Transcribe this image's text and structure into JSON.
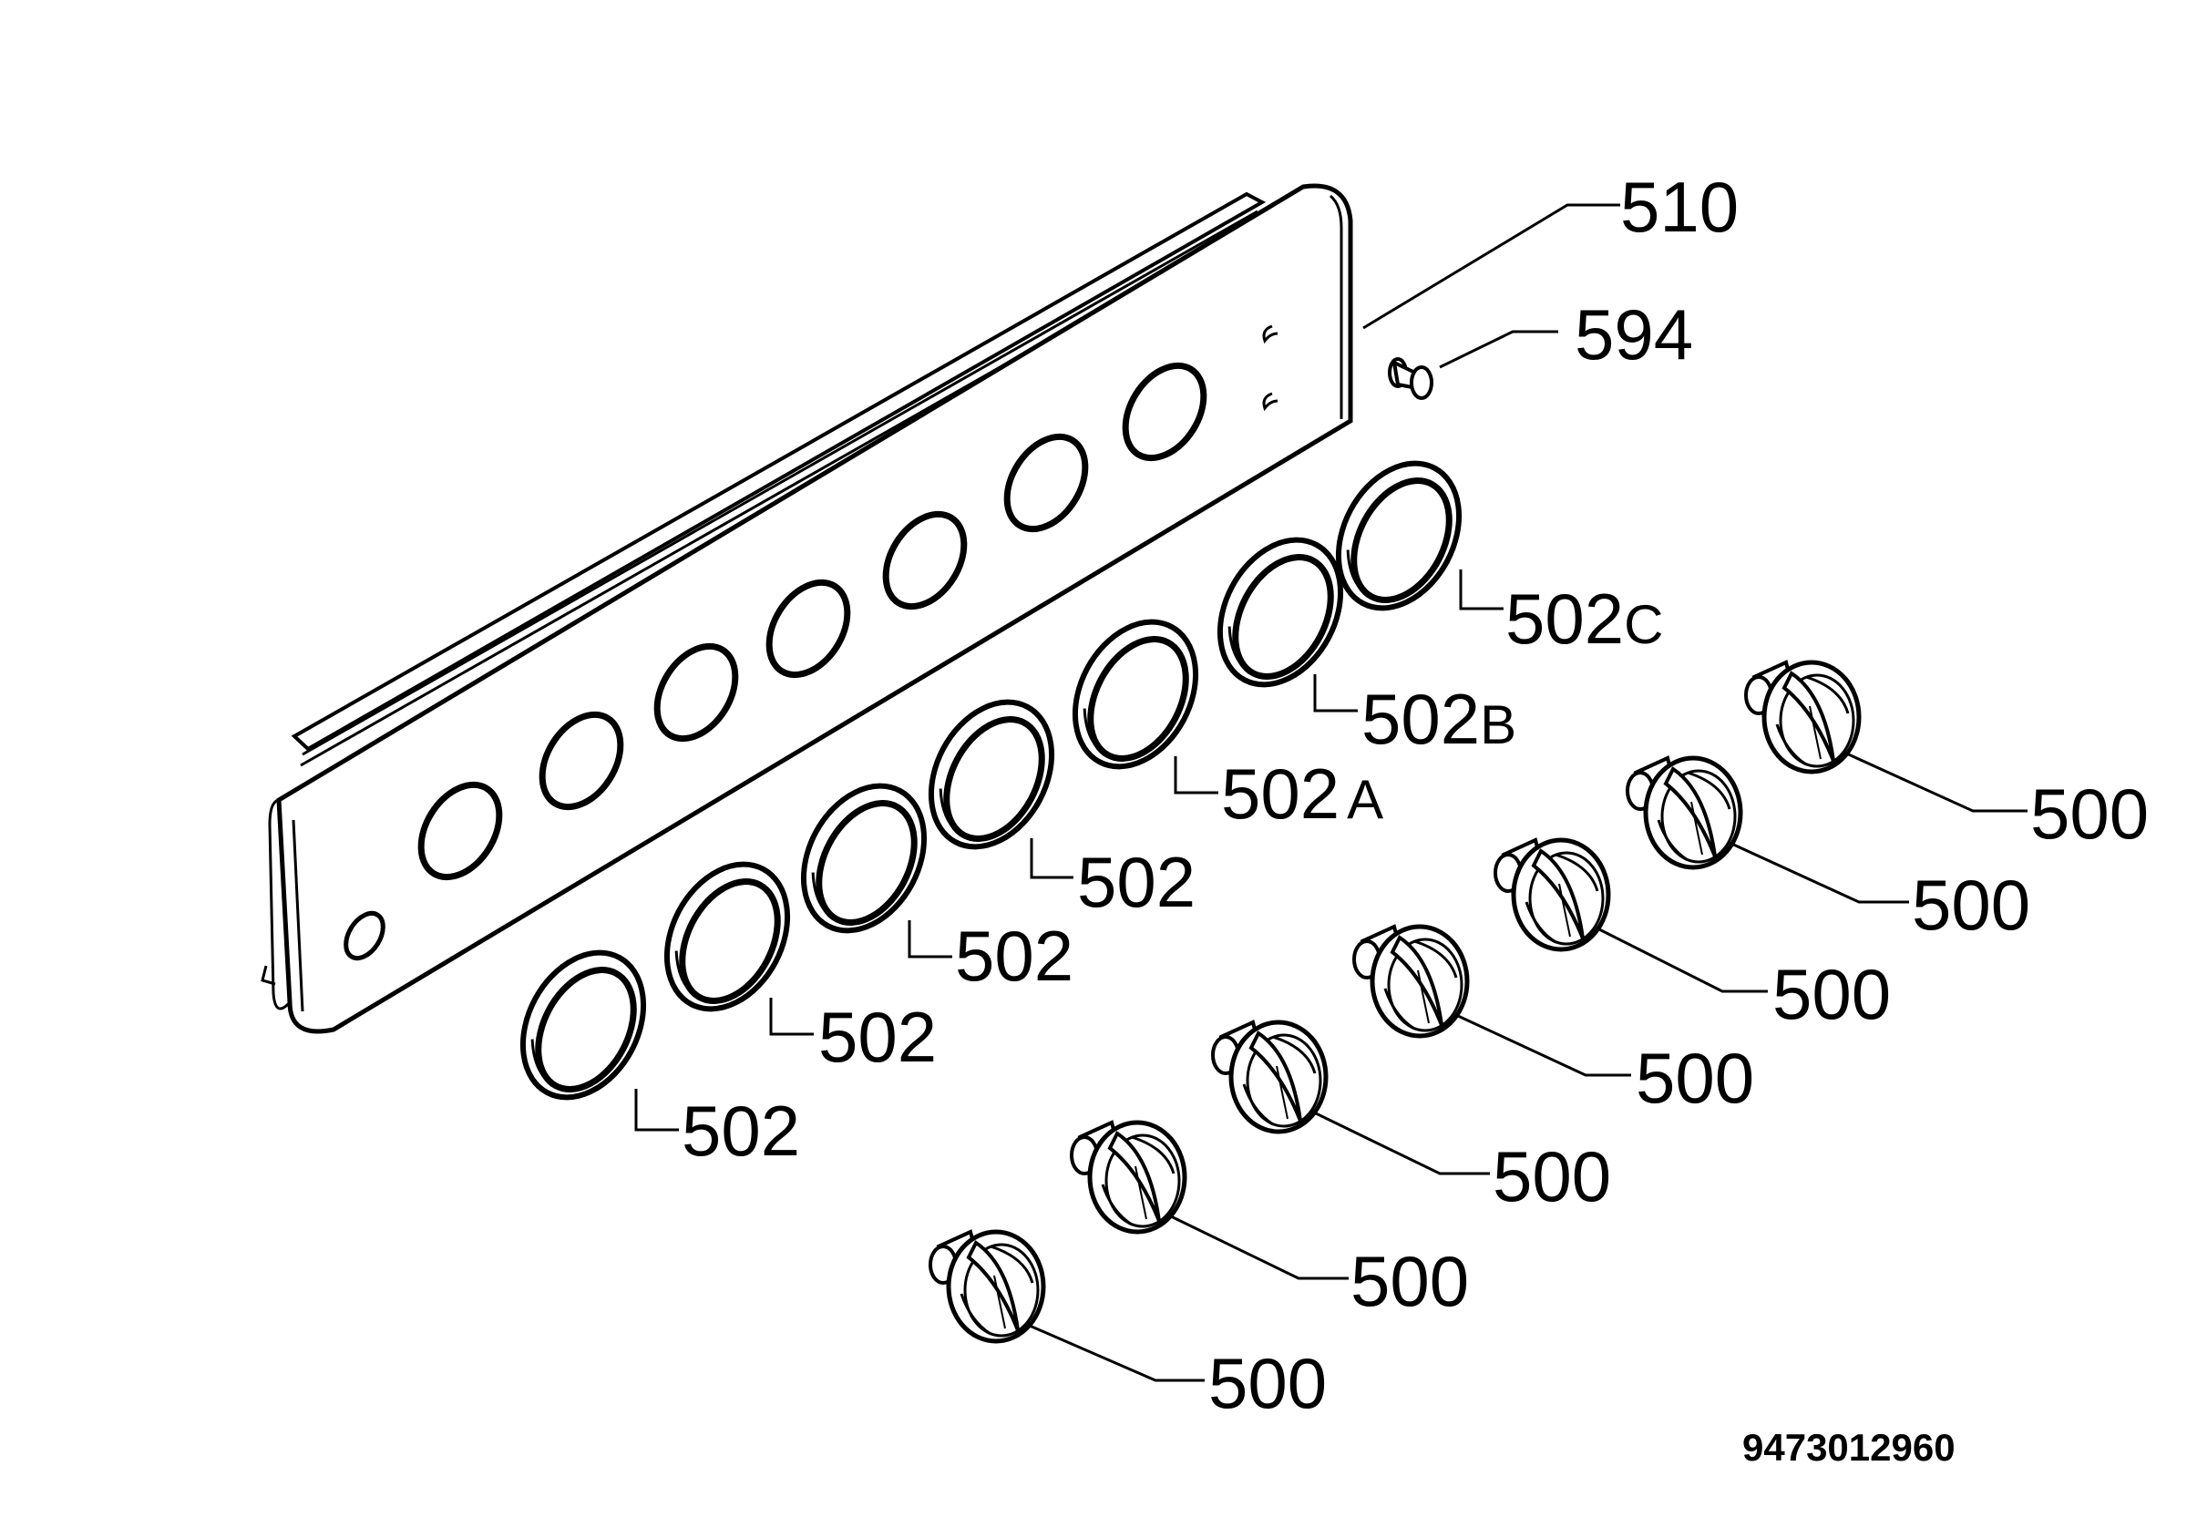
{
  "callouts": {
    "panel": "510",
    "screw": "594",
    "ring_c_num": "502",
    "ring_c_suffix": "C",
    "ring_b_num": "502",
    "ring_b_suffix": "B",
    "ring_a_num": "502",
    "ring_a_suffix": "A",
    "rings": [
      "502",
      "502",
      "502",
      "502"
    ],
    "knobs": [
      "500",
      "500",
      "500",
      "500",
      "500",
      "500",
      "500"
    ]
  },
  "diagram_code": "9473012960"
}
